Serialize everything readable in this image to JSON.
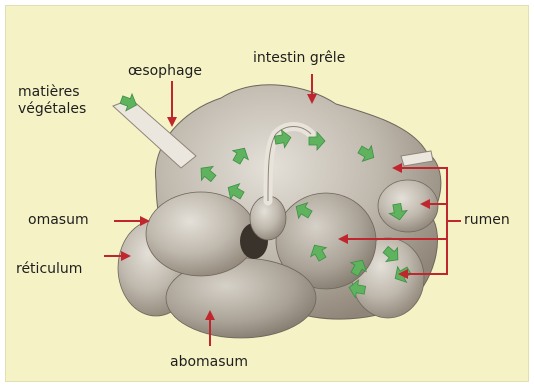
{
  "labels": {
    "plant_matter_line1": "matières",
    "plant_matter_line2": "végétales",
    "esophagus": "œsophage",
    "small_intestine": "intestin grêle",
    "omasum": "omasum",
    "reticulum": "réticulum",
    "rumen": "rumen",
    "abomasum": "abomasum"
  },
  "colors": {
    "background": "#f5f3c6",
    "organ": "#bfb8ad",
    "organ_shadow": "#8f8578",
    "pointer": "#c0262d",
    "flow_arrow": "#5fb35f"
  },
  "icons": [
    "flow-arrow-icon",
    "pointer-arrow-icon"
  ]
}
